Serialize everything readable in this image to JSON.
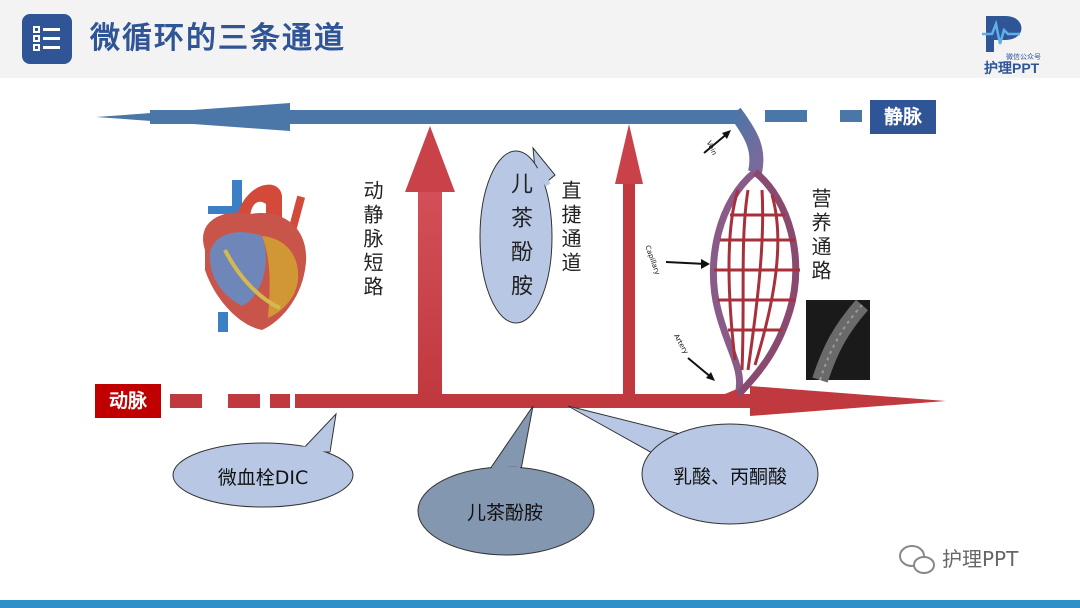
{
  "header": {
    "title": "微循环的三条通道",
    "logo_sub": "微信公众号",
    "logo_text": "护理PPT"
  },
  "diagram": {
    "vein_label": "静脉",
    "artery_label": "动脉",
    "av_shunt_label": "动静脉短路",
    "direct_channel_label": "直捷通道",
    "nutrient_channel_label": "营养通路",
    "catecholamine_bubble_top": "儿茶酚胺",
    "dic_bubble": "微血栓DIC",
    "catecholamine_bubble_bottom": "儿茶酚胺",
    "acid_bubble": "乳酸、丙酮酸",
    "vein_small": "Vein",
    "capillary_small": "Capillary",
    "artery_small": "Artery",
    "colors": {
      "vein": "#4a76a8",
      "artery": "#c0393f",
      "bubble_light": "#b8c8e4",
      "bubble_dark": "#8497b0",
      "label_blue": "#2f5597",
      "label_red": "#c00000"
    }
  },
  "watermark": "护理PPT"
}
